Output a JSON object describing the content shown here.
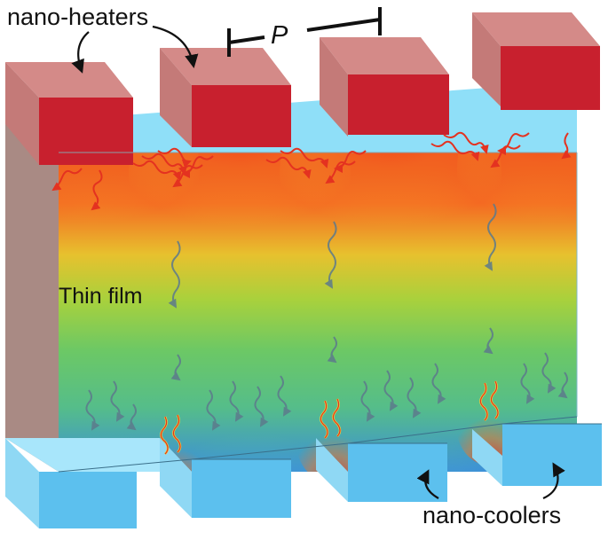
{
  "labels": {
    "heaters": "nano-heaters",
    "coolers": "nano-coolers",
    "film": "Thin film",
    "period": "P"
  },
  "colors": {
    "heater_front": "#c8202e",
    "heater_top": "#c47a78",
    "heater_side": "#a8322e",
    "cooler_front": "#5cc0ee",
    "cooler_top": "#a8e6fb",
    "film_side": "#a98a84",
    "film_top": "#8fdff8",
    "hot": "#e8261c",
    "warm": "#f5a323",
    "mid": "#6fc86a",
    "cold": "#3a8fd8",
    "phonon_hot": "#e43220",
    "phonon_cold": "#5d7a8c"
  }
}
